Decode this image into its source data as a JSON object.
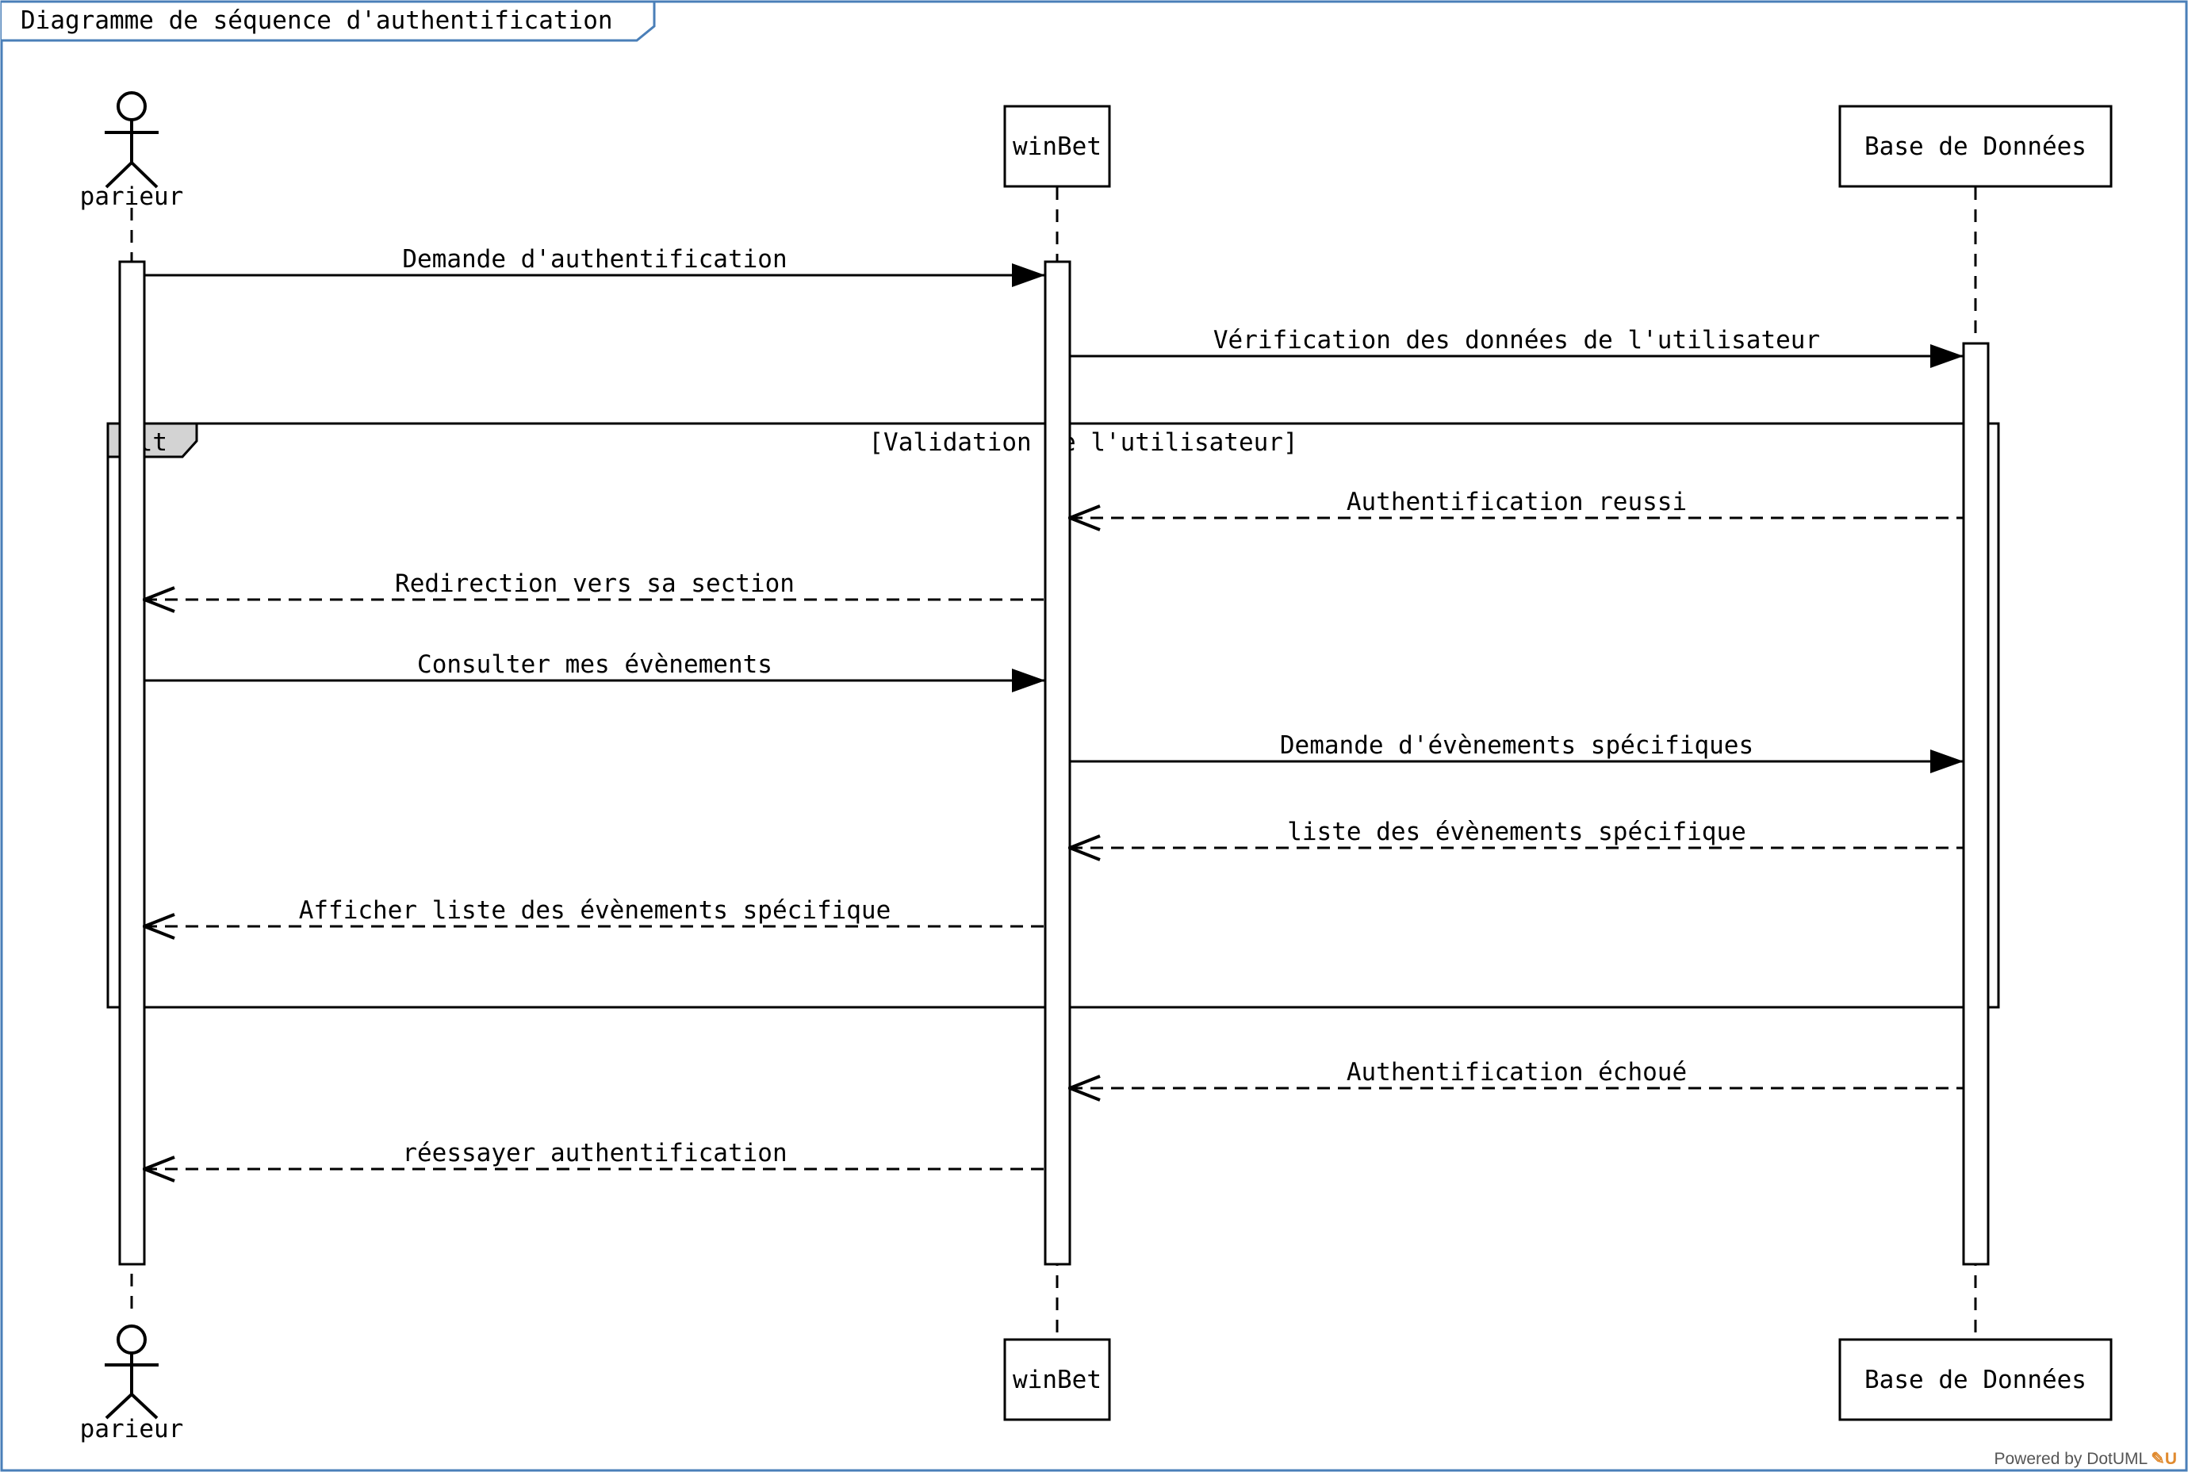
{
  "frame": {
    "title": "Diagramme de séquence d'authentification"
  },
  "participants": [
    {
      "id": "parieur",
      "label": "parieur",
      "kind": "actor"
    },
    {
      "id": "winbet",
      "label": "winBet",
      "kind": "box"
    },
    {
      "id": "db",
      "label": "Base de Données",
      "kind": "box"
    }
  ],
  "fragment": {
    "operator": "alt",
    "guard": "[Validation de l'utilisateur]"
  },
  "messages": [
    {
      "from": "parieur",
      "to": "winbet",
      "label": "Demande d'authentification",
      "style": "sync"
    },
    {
      "from": "winbet",
      "to": "db",
      "label": "Vérification des données de l'utilisateur",
      "style": "sync"
    },
    {
      "from": "db",
      "to": "winbet",
      "label": "Authentification reussi",
      "style": "reply"
    },
    {
      "from": "winbet",
      "to": "parieur",
      "label": "Redirection vers sa section",
      "style": "reply"
    },
    {
      "from": "parieur",
      "to": "winbet",
      "label": "Consulter mes évènements",
      "style": "sync"
    },
    {
      "from": "winbet",
      "to": "db",
      "label": "Demande d'évènements spécifiques",
      "style": "sync"
    },
    {
      "from": "db",
      "to": "winbet",
      "label": "liste des évènements spécifique",
      "style": "reply"
    },
    {
      "from": "winbet",
      "to": "parieur",
      "label": "Afficher liste des évènements spécifique",
      "style": "reply"
    },
    {
      "from": "db",
      "to": "winbet",
      "label": "Authentification échoué",
      "style": "reply"
    },
    {
      "from": "winbet",
      "to": "parieur",
      "label": "réessayer authentification",
      "style": "reply"
    }
  ],
  "footer": {
    "text": "Powered by DotUML"
  }
}
